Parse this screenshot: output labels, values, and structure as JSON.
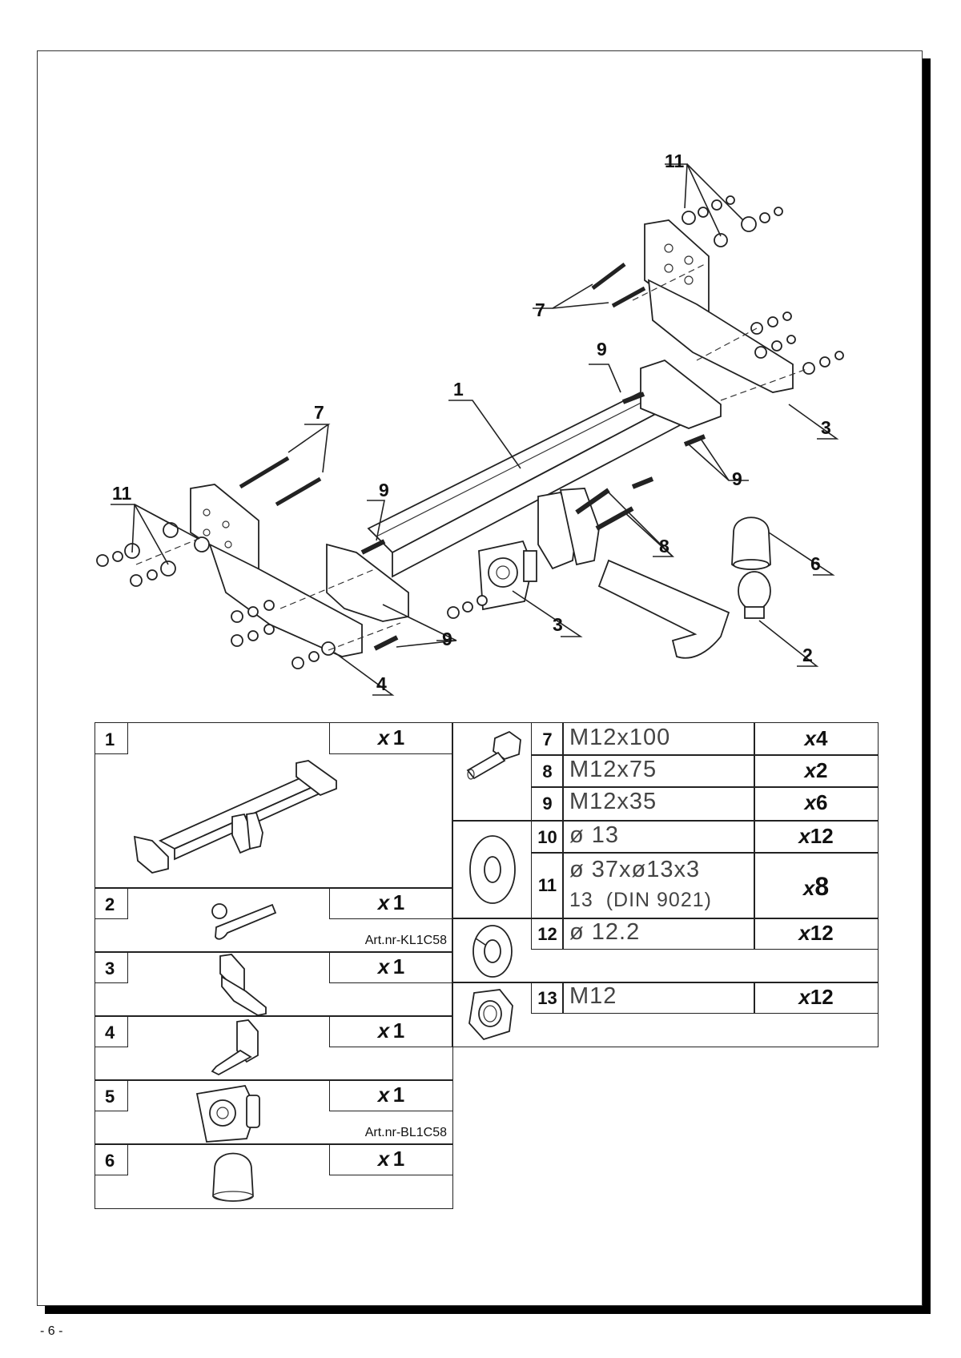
{
  "diagram": {
    "callouts": {
      "c1": "1",
      "c2": "2",
      "c3a": "3",
      "c3b": "3",
      "c4": "4",
      "c6": "6",
      "c7a": "7",
      "c7b": "7",
      "c8": "8",
      "c9a": "9",
      "c9b": "9",
      "c9c": "9",
      "c9d": "9",
      "c11a": "11",
      "c11b": "11"
    }
  },
  "left_table": [
    {
      "index": "1",
      "qty_prefix": "x",
      "qty": "1",
      "art": ""
    },
    {
      "index": "2",
      "qty_prefix": "x",
      "qty": "1",
      "art": "Art.nr-KL1C58"
    },
    {
      "index": "3",
      "qty_prefix": "x",
      "qty": "1",
      "art": ""
    },
    {
      "index": "4",
      "qty_prefix": "x",
      "qty": "1",
      "art": ""
    },
    {
      "index": "5",
      "qty_prefix": "x",
      "qty": "1",
      "art": "Art.nr-BL1C58"
    },
    {
      "index": "6",
      "qty_prefix": "x",
      "qty": "1",
      "art": ""
    }
  ],
  "right_table": [
    {
      "index": "7",
      "spec": "M12x100",
      "qty_prefix": "x",
      "qty": "4"
    },
    {
      "index": "8",
      "spec": "M12x75",
      "qty_prefix": "x",
      "qty": "2"
    },
    {
      "index": "9",
      "spec": "M12x35",
      "qty_prefix": "x",
      "qty": "6"
    },
    {
      "index": "10",
      "spec": "ø 13",
      "qty_prefix": "x",
      "qty": "12"
    },
    {
      "index": "11",
      "spec": "ø 37xø13x3",
      "spec2": "13  (DIN 9021)",
      "qty_prefix": "x",
      "qty": "8"
    },
    {
      "index": "12",
      "spec": "ø 12.2",
      "qty_prefix": "x",
      "qty": "12"
    },
    {
      "index": "13",
      "spec": "M12",
      "qty_prefix": "x",
      "qty": "12"
    }
  ],
  "footer": {
    "page_number": "- 6 -"
  }
}
